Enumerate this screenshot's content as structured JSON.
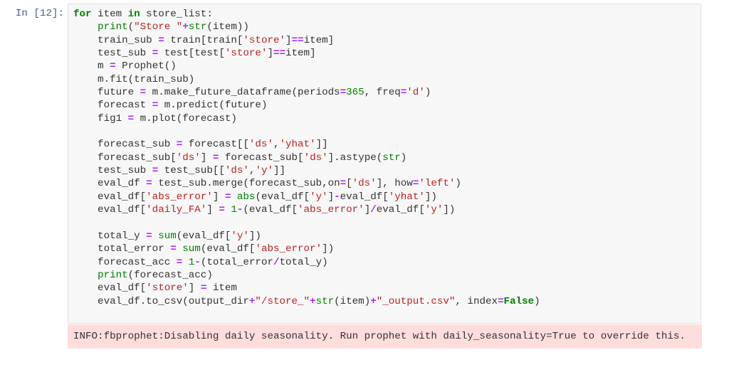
{
  "cell": {
    "prompt": "In [12]:",
    "language": "python",
    "lines": [
      [
        [
          "kw",
          "for"
        ],
        [
          "t",
          " item "
        ],
        [
          "kw",
          "in"
        ],
        [
          "t",
          " store_list:"
        ]
      ],
      [
        [
          "t",
          "    "
        ],
        [
          "bi",
          "print"
        ],
        [
          "t",
          "("
        ],
        [
          "str",
          "\"Store \""
        ],
        [
          "op",
          "+"
        ],
        [
          "bi",
          "str"
        ],
        [
          "t",
          "(item))"
        ]
      ],
      [
        [
          "t",
          "    train_sub "
        ],
        [
          "op",
          "="
        ],
        [
          "t",
          " train[train["
        ],
        [
          "str",
          "'store'"
        ],
        [
          "t",
          "]"
        ],
        [
          "op",
          "=="
        ],
        [
          "t",
          "item]"
        ]
      ],
      [
        [
          "t",
          "    test_sub "
        ],
        [
          "op",
          "="
        ],
        [
          "t",
          " test[test["
        ],
        [
          "str",
          "'store'"
        ],
        [
          "t",
          "]"
        ],
        [
          "op",
          "=="
        ],
        [
          "t",
          "item]"
        ]
      ],
      [
        [
          "t",
          "    m "
        ],
        [
          "op",
          "="
        ],
        [
          "t",
          " Prophet()"
        ]
      ],
      [
        [
          "t",
          "    m.fit(train_sub)"
        ]
      ],
      [
        [
          "t",
          "    future "
        ],
        [
          "op",
          "="
        ],
        [
          "t",
          " m.make_future_dataframe(periods"
        ],
        [
          "op",
          "="
        ],
        [
          "num",
          "365"
        ],
        [
          "t",
          ", freq"
        ],
        [
          "op",
          "="
        ],
        [
          "str",
          "'d'"
        ],
        [
          "t",
          ")"
        ]
      ],
      [
        [
          "t",
          "    forecast "
        ],
        [
          "op",
          "="
        ],
        [
          "t",
          " m.predict(future)"
        ]
      ],
      [
        [
          "t",
          "    fig1 "
        ],
        [
          "op",
          "="
        ],
        [
          "t",
          " m.plot(forecast)"
        ]
      ],
      [
        [
          "t",
          ""
        ]
      ],
      [
        [
          "t",
          "    forecast_sub "
        ],
        [
          "op",
          "="
        ],
        [
          "t",
          " forecast[["
        ],
        [
          "str",
          "'ds'"
        ],
        [
          "t",
          ","
        ],
        [
          "str",
          "'yhat'"
        ],
        [
          "t",
          "]]"
        ]
      ],
      [
        [
          "t",
          "    forecast_sub["
        ],
        [
          "str",
          "'ds'"
        ],
        [
          "t",
          "] "
        ],
        [
          "op",
          "="
        ],
        [
          "t",
          " forecast_sub["
        ],
        [
          "str",
          "'ds'"
        ],
        [
          "t",
          "].astype("
        ],
        [
          "bi",
          "str"
        ],
        [
          "t",
          ")"
        ]
      ],
      [
        [
          "t",
          "    test_sub "
        ],
        [
          "op",
          "="
        ],
        [
          "t",
          " test_sub[["
        ],
        [
          "str",
          "'ds'"
        ],
        [
          "t",
          ","
        ],
        [
          "str",
          "'y'"
        ],
        [
          "t",
          "]]"
        ]
      ],
      [
        [
          "t",
          "    eval_df "
        ],
        [
          "op",
          "="
        ],
        [
          "t",
          " test_sub.merge(forecast_sub,on"
        ],
        [
          "op",
          "="
        ],
        [
          "t",
          "["
        ],
        [
          "str",
          "'ds'"
        ],
        [
          "t",
          "], how"
        ],
        [
          "op",
          "="
        ],
        [
          "str",
          "'left'"
        ],
        [
          "t",
          ")"
        ]
      ],
      [
        [
          "t",
          "    eval_df["
        ],
        [
          "str",
          "'abs_error'"
        ],
        [
          "t",
          "] "
        ],
        [
          "op",
          "="
        ],
        [
          "t",
          " "
        ],
        [
          "bi",
          "abs"
        ],
        [
          "t",
          "(eval_df["
        ],
        [
          "str",
          "'y'"
        ],
        [
          "t",
          "]"
        ],
        [
          "op",
          "-"
        ],
        [
          "t",
          "eval_df["
        ],
        [
          "str",
          "'yhat'"
        ],
        [
          "t",
          "])"
        ]
      ],
      [
        [
          "t",
          "    eval_df["
        ],
        [
          "str",
          "'daily_FA'"
        ],
        [
          "t",
          "] "
        ],
        [
          "op",
          "="
        ],
        [
          "t",
          " "
        ],
        [
          "num",
          "1"
        ],
        [
          "op",
          "-"
        ],
        [
          "t",
          "(eval_df["
        ],
        [
          "str",
          "'abs_error'"
        ],
        [
          "t",
          "]"
        ],
        [
          "op",
          "/"
        ],
        [
          "t",
          "eval_df["
        ],
        [
          "str",
          "'y'"
        ],
        [
          "t",
          "])"
        ]
      ],
      [
        [
          "t",
          ""
        ]
      ],
      [
        [
          "t",
          "    total_y "
        ],
        [
          "op",
          "="
        ],
        [
          "t",
          " "
        ],
        [
          "bi",
          "sum"
        ],
        [
          "t",
          "(eval_df["
        ],
        [
          "str",
          "'y'"
        ],
        [
          "t",
          "])"
        ]
      ],
      [
        [
          "t",
          "    total_error "
        ],
        [
          "op",
          "="
        ],
        [
          "t",
          " "
        ],
        [
          "bi",
          "sum"
        ],
        [
          "t",
          "(eval_df["
        ],
        [
          "str",
          "'abs_error'"
        ],
        [
          "t",
          "])"
        ]
      ],
      [
        [
          "t",
          "    forecast_acc "
        ],
        [
          "op",
          "="
        ],
        [
          "t",
          " "
        ],
        [
          "num",
          "1"
        ],
        [
          "op",
          "-"
        ],
        [
          "t",
          "(total_error"
        ],
        [
          "op",
          "/"
        ],
        [
          "t",
          "total_y)"
        ]
      ],
      [
        [
          "t",
          "    "
        ],
        [
          "bi",
          "print"
        ],
        [
          "t",
          "(forecast_acc)"
        ]
      ],
      [
        [
          "t",
          "    eval_df["
        ],
        [
          "str",
          "'store'"
        ],
        [
          "t",
          "] "
        ],
        [
          "op",
          "="
        ],
        [
          "t",
          " item"
        ]
      ],
      [
        [
          "t",
          "    eval_df.to_csv(output_dir"
        ],
        [
          "op",
          "+"
        ],
        [
          "str",
          "\"/store_\""
        ],
        [
          "op",
          "+"
        ],
        [
          "bi",
          "str"
        ],
        [
          "t",
          "(item)"
        ],
        [
          "op",
          "+"
        ],
        [
          "str",
          "\"_output.csv\""
        ],
        [
          "t",
          ", index"
        ],
        [
          "op",
          "="
        ],
        [
          "kw",
          "False"
        ],
        [
          "t",
          ")"
        ]
      ]
    ]
  },
  "output": {
    "stream": "stderr",
    "text": "INFO:fbprophet:Disabling daily seasonality. Run prophet with daily_seasonality=True to override this."
  },
  "colors": {
    "keyword": "#008000",
    "builtin": "#008000",
    "string": "#ba2121",
    "number": "#008000",
    "operator": "#aa22ff",
    "prompt": "#4d5b8c",
    "input_bg": "#f7f7f7",
    "stderr_bg": "#ffdddd"
  }
}
